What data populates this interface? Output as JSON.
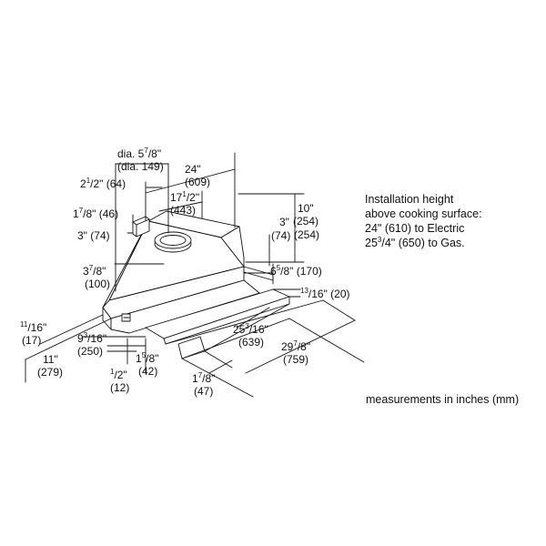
{
  "install_note": {
    "line1": "Installation height",
    "line2": "above cooking surface:",
    "line3": "24\" (610) to Electric",
    "line4_a": "25",
    "line4_sup": "3",
    "line4_b": "/4\" (650) to Gas."
  },
  "units_note": "measurements in inches (mm)",
  "dimensions": [
    {
      "id": "duct-dia",
      "inch_whole": "dia. 5",
      "inch_sup": "7",
      "inch_rest": "/8\"",
      "mm": "(dia. 149)"
    },
    {
      "id": "width-24",
      "inch_whole": "24\"",
      "inch_sup": "",
      "inch_rest": "",
      "mm": "(609)"
    },
    {
      "id": "depth-17",
      "inch_whole": "17",
      "inch_sup": "1",
      "inch_rest": "/2\"",
      "mm": "(443)"
    },
    {
      "id": "offset-2",
      "inch_whole": "2",
      "inch_sup": "1",
      "inch_rest": "/2\" (64)",
      "mm": ""
    },
    {
      "id": "box-1",
      "inch_whole": "1",
      "inch_sup": "7",
      "inch_rest": "/8\" (46)",
      "mm": ""
    },
    {
      "id": "box-3",
      "inch_whole": "3\" (74)",
      "inch_sup": "",
      "inch_rest": "",
      "mm": ""
    },
    {
      "id": "height-10",
      "inch_whole": "10\"",
      "inch_sup": "",
      "inch_rest": "",
      "mm": "(254)"
    },
    {
      "id": "height-3",
      "inch_whole": "3\"",
      "inch_sup": "",
      "inch_rest": "",
      "mm": "(254)"
    },
    {
      "id": "height-3-mm",
      "inch_whole": "(74)",
      "inch_sup": "",
      "inch_rest": "",
      "mm": ""
    },
    {
      "id": "side-3",
      "inch_whole": "3",
      "inch_sup": "7",
      "inch_rest": "/8\"",
      "mm": "(100)"
    },
    {
      "id": "tray-6",
      "inch_whole": "6",
      "inch_sup": "5",
      "inch_rest": "/8\" (170)",
      "mm": ""
    },
    {
      "id": "tray-13",
      "inch_whole": "",
      "inch_sup": "13",
      "inch_rest": "/16\" (20)",
      "mm": ""
    },
    {
      "id": "front-11-16",
      "inch_whole": "",
      "inch_sup": "11",
      "inch_rest": "/16\"",
      "mm": "(17)"
    },
    {
      "id": "front-9",
      "inch_whole": "9",
      "inch_sup": "3",
      "inch_rest": "/16\"",
      "mm": "(250)"
    },
    {
      "id": "front-11",
      "inch_whole": "11\"",
      "inch_sup": "",
      "inch_rest": "",
      "mm": "(279)"
    },
    {
      "id": "front-half",
      "inch_whole": "",
      "inch_sup": "1",
      "inch_rest": "/2\"",
      "mm": "(12)"
    },
    {
      "id": "front-1-5",
      "inch_whole": "1",
      "inch_sup": "5",
      "inch_rest": "/8\"",
      "mm": "(42)"
    },
    {
      "id": "width-25",
      "inch_whole": "25",
      "inch_sup": "3",
      "inch_rest": "/16\"",
      "mm": "(639)"
    },
    {
      "id": "width-29",
      "inch_whole": "29",
      "inch_sup": "7",
      "inch_rest": "/8\"",
      "mm": "(759)"
    },
    {
      "id": "tray-1-7",
      "inch_whole": "1",
      "inch_sup": "7",
      "inch_rest": "/8\"",
      "mm": "(47)"
    }
  ]
}
